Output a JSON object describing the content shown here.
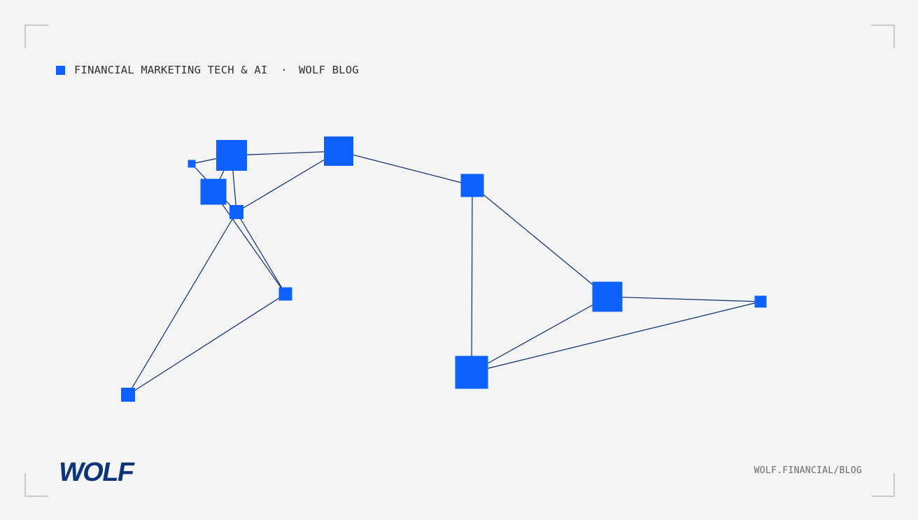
{
  "header": {
    "category": "FINANCIAL MARKETING TECH & AI",
    "separator": "·",
    "blog": "WOLF BLOG"
  },
  "logo": {
    "text": "WOLF",
    "icon": "wolf-logo-icon"
  },
  "footer": {
    "url": "WOLF.FINANCIAL/BLOG"
  },
  "colors": {
    "background": "#f4f4f4",
    "accent": "#0d62ff",
    "edge": "#0a2b6f",
    "logo": "#0f3378",
    "corner": "#c9c9c9"
  }
}
